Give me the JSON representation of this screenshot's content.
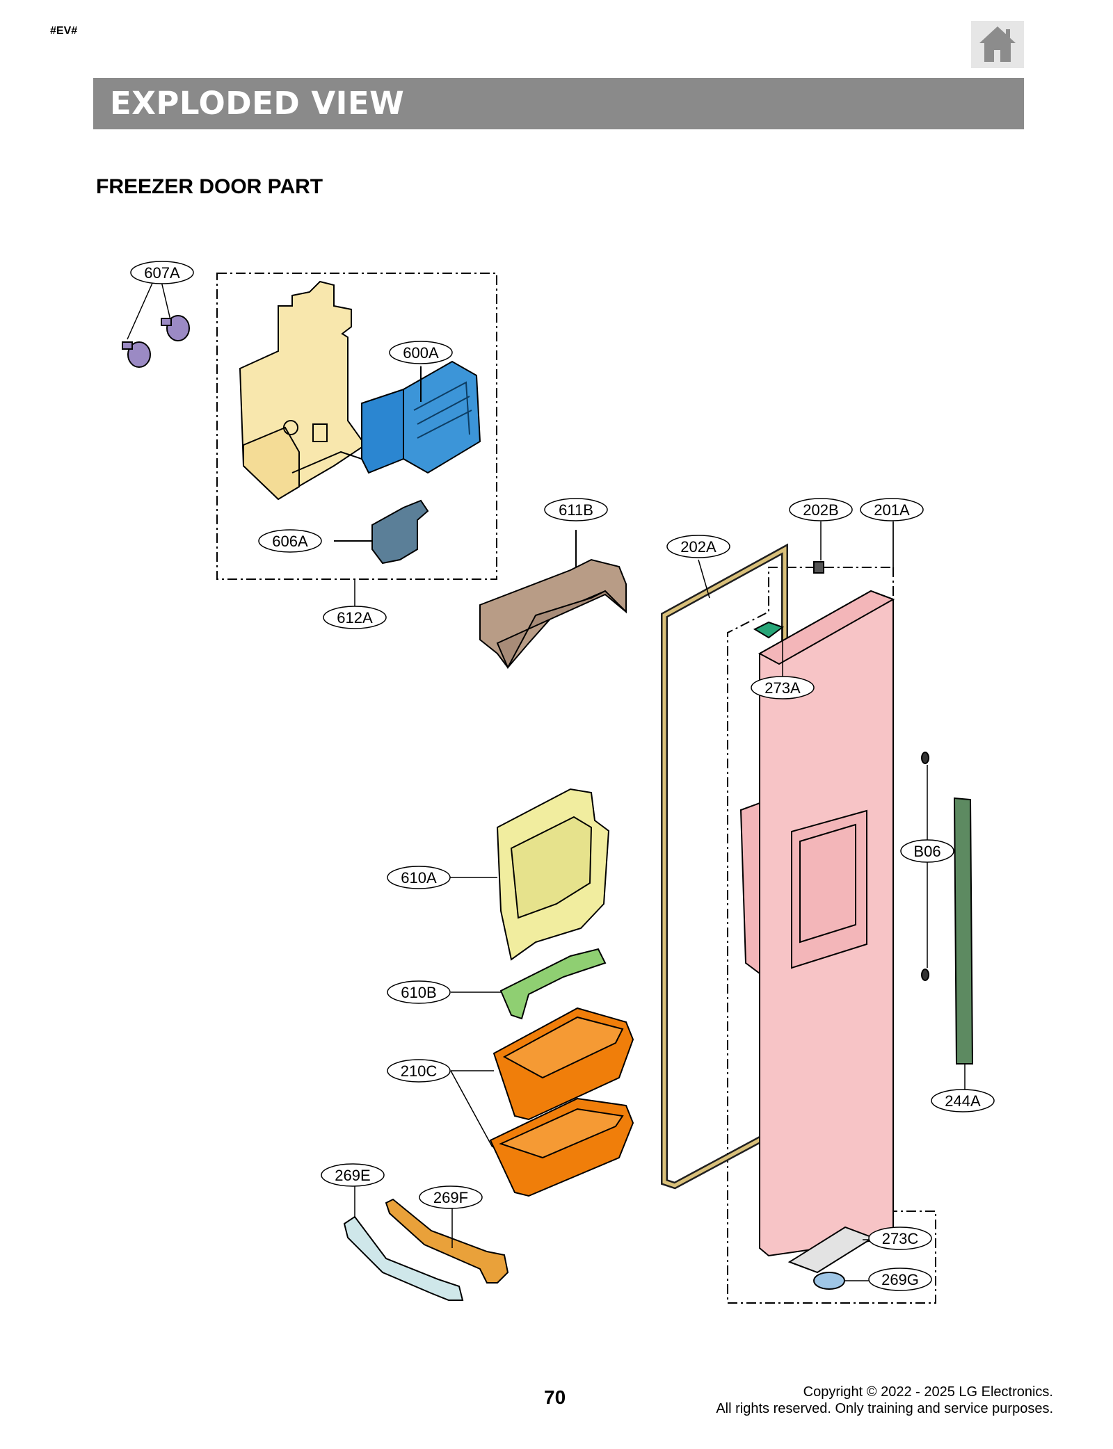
{
  "header": {
    "tag": "#EV#",
    "home_icon": "home-icon"
  },
  "banner": {
    "title": "EXPLODED VIEW"
  },
  "section": {
    "title": "FREEZER DOOR PART"
  },
  "parts": {
    "p607A": "607A",
    "p600A": "600A",
    "p606A": "606A",
    "p612A": "612A",
    "p611B": "611B",
    "p202A": "202A",
    "p202B": "202B",
    "p201A": "201A",
    "p273A": "273A",
    "pB06": "B06",
    "p610A": "610A",
    "p610B": "610B",
    "p210C": "210C",
    "p244A": "244A",
    "p269E": "269E",
    "p269F": "269F",
    "p273C": "273C",
    "p269G": "269G"
  },
  "colors": {
    "ice_bracket": "#f8e7ad",
    "icemaker": "#2b86d1",
    "motor": "#5b7f98",
    "cover": "#b89c86",
    "door": "#f7c4c6",
    "gasket": "#d9c07a",
    "bucket": "#f1ed9f",
    "support": "#8fcf72",
    "basket": "#f07e0a",
    "handle": "#5d8a61",
    "tube_e": "#cfe7ea",
    "tube_f": "#e9a13a",
    "screw": "#9b8ac4",
    "hinge": "#e3e3e3",
    "hinge_cap": "#9fc6e6",
    "green_part": "#28a678"
  },
  "footer": {
    "page_number": "70",
    "copyright_line1": "Copyright © 2022 - 2025 LG Electronics.",
    "copyright_line2": "All rights reserved. Only training and service purposes."
  }
}
